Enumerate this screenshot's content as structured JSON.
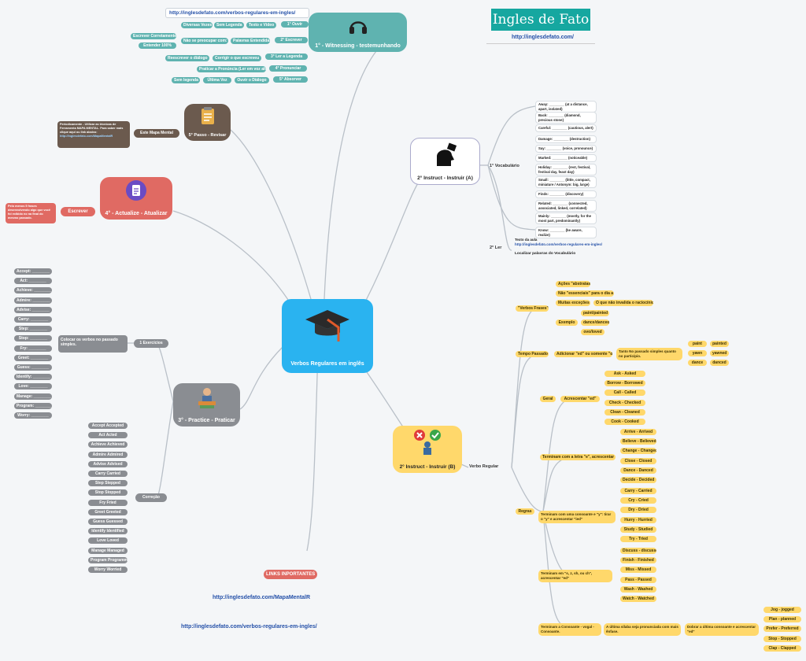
{
  "brand": {
    "title": "Ingles de Fato",
    "url": "http://inglesdefato.com/"
  },
  "center": {
    "label": "Verbos Regulares em inglês"
  },
  "links": {
    "header_link": "http://inglesdefato.com/verbos-regulares-em-ingles/",
    "important_label": "LINKS INPORTANTES",
    "link1": "http://inglesdefato.com/MapaMentalR",
    "link2": "http://inglesdefato.com/verbos-regulares-em-ingles/"
  },
  "branch1": {
    "label": "1° - Witnessing - testemunhando",
    "ouvir": {
      "label": "1° Ouvir",
      "items": [
        "Diversas Vezes",
        "Sem Legenda",
        "Texto e Vídeo"
      ]
    },
    "escrever": {
      "label": "2° Escrever",
      "item": "Não se preocupar com:",
      "sub": "Palavras Entendidas",
      "left": [
        "Escrever Corretamente",
        "Entender 100%"
      ]
    },
    "ler": {
      "label": "3° Ler a Legenda",
      "items": [
        "Reescrever o diálogo",
        "Corrigir o que escreveu"
      ]
    },
    "pronunciar": {
      "label": "4° Pronunciar",
      "item": "Praticar a Pronúncia (Ler em voz alta)"
    },
    "absorver": {
      "label": "5° Absorver",
      "items": [
        "Sem legenda",
        "Última Vez",
        "Ouvir o Diálogo"
      ]
    }
  },
  "branch5": {
    "label": "5° Passo - Revisar",
    "sub": "Este Mapa Mental",
    "note": "Periodicamente - Utilizar as técnicas de Ferramenta MAPA MENTAL. Para saber mais clique aqui ou link abaixo:",
    "note_link": "http://inglesdefato.com/MapaMentalR"
  },
  "branch4": {
    "label": "4° - Actualize - Atualizar",
    "sub": "Escrever",
    "note": "Pelo menos 5 frases desenvolvendo algo que você foi exibido no na final do mesmo passado."
  },
  "branch3": {
    "label": "3° - Practice - Praticar",
    "exercicios": {
      "label": "1 Exercícios",
      "instruction": "Colocar os verbos no passado simples.",
      "items": [
        "Accept: ________",
        "Act: ________",
        "Achieve: ________",
        "Admire: ________",
        "Advise: ________",
        "Carry: ________",
        "Step: ________",
        "Stop: ________",
        "Fry: ________",
        "Greet: ________",
        "Guess: ________",
        "Identify: ________",
        "Love: ________",
        "Manage: ________",
        "Program: ________",
        "Worry: ________"
      ]
    },
    "correcao": {
      "label": "Correção",
      "items": [
        [
          "Accept",
          "Accepted"
        ],
        [
          "Act",
          "Acted"
        ],
        [
          "Achieve",
          "Achieved"
        ],
        [
          "Admire",
          "Admired"
        ],
        [
          "Advise",
          "Advised"
        ],
        [
          "Carry",
          "Carried"
        ],
        [
          "Step",
          "Stepped"
        ],
        [
          "Stop",
          "Stopped"
        ],
        [
          "Fry",
          "Fried"
        ],
        [
          "Greet",
          "Greeted"
        ],
        [
          "Guess",
          "Guessed"
        ],
        [
          "Identify",
          "Identified"
        ],
        [
          "Love",
          "Loved"
        ],
        [
          "Manage",
          "Managed"
        ],
        [
          "Program",
          "Programmed"
        ],
        [
          "Worry",
          "Worried"
        ]
      ]
    }
  },
  "branch2a": {
    "label": "2° Instruct - Instruir (A)",
    "vocab_label": "1° Vocabulário",
    "vocab": [
      "Away: ________ (at a distance, apart, isolated)",
      "Back: ________ (diamond, precious stone)",
      "Careful: ________ (cautious, alert)",
      "Damage: ________ (destruction)",
      "Say: ________ (voice, pronounce)",
      "Marked: ________ (noticeable)",
      "Holiday: ________ (rest, festival, festival day, feast day)",
      "Small: ________ (little, compact, miniature / Antonym: big, large)",
      "Finds: ________ (discovery)",
      "Related: ________ (connected, associated, linked, correlated)",
      "Mainly: ________ (mostly, for the most part, predominantly)",
      "Know: ________ (be aware, realize)"
    ],
    "ler_label": "2° Ler",
    "texto": "Texto da aula",
    "texto_link": "http://inglesdefato.com/verbos-regulares-em-ingles/",
    "localizar": "Localizar palavras do Vocabulário"
  },
  "branch2b": {
    "label": "2° Instruct - Instruir (B)",
    "verbo_regular": "Verbo Regular",
    "frases": {
      "label": "\"Verbos Frases\"",
      "items": [
        "Ações \"abstratas\"",
        "Não \"essenciais\" para o dia a dia",
        "Muitas exceções"
      ],
      "nota": "O que não invalida o raciocínio",
      "exemplo": "Exemplo",
      "exemplos": [
        "paint/painted",
        "dance/danced",
        "ovo/loved"
      ]
    },
    "tempo": {
      "label": "Tempo Passado",
      "rule": "Adicionar \"ed\" ou somente \"d\"",
      "note": "Tanto No passado simples quanto no particípio.",
      "pairs": [
        [
          "paint",
          "painted"
        ],
        [
          "yawn",
          "yawned"
        ],
        [
          "dance",
          "danced"
        ]
      ]
    },
    "regras": "Regras",
    "geral": {
      "label": "Geral",
      "rule": "Acrescentar \"ed\"",
      "items": [
        "Ask - Asked",
        "Borrow - Borrowed",
        "Call - Called",
        "Check - Checked",
        "Clean - Cleaned",
        "Cook - Cooked"
      ]
    },
    "e_rule": {
      "label": "Terminam com a letra \"e\", acrescentar \"d\"",
      "items": [
        "Arrive - Arrived",
        "Believe - Believed",
        "Change - Changed",
        "Close - Closed",
        "Dance - Danced",
        "Decide - Decided"
      ]
    },
    "y_rule": {
      "label": "Terminam com uma consoante e \"y\": tirar o \"y\" e acrescentar \"ied\"",
      "items": [
        "Carry - Carried",
        "Cry - Cried",
        "Dry - Dried",
        "Hurry - Hurried",
        "Study - Studied",
        "Try - Tried"
      ]
    },
    "s_rule": {
      "label": "Terminam em \"s, z, sh, ou ch\", acrescentar \"ed\"",
      "items": [
        "Discuss - discussed",
        "Finish - Finished",
        "Miss - Missed",
        "Pass - Passed",
        "Wash - Washed",
        "Watch - Watched"
      ]
    },
    "cvc": {
      "label": "Terminam a Consoante - vogal - Consoante.",
      "cond": "A última sílaba seja pronunciada com mais ênfase.",
      "rule": "Dobrar a última consoante e acrescentar \"ed\"",
      "items": [
        "Jog - jogged",
        "Plan - planned",
        "Prefer - Preferred",
        "Stop - Stopped",
        "Clap - Clapped"
      ]
    }
  }
}
